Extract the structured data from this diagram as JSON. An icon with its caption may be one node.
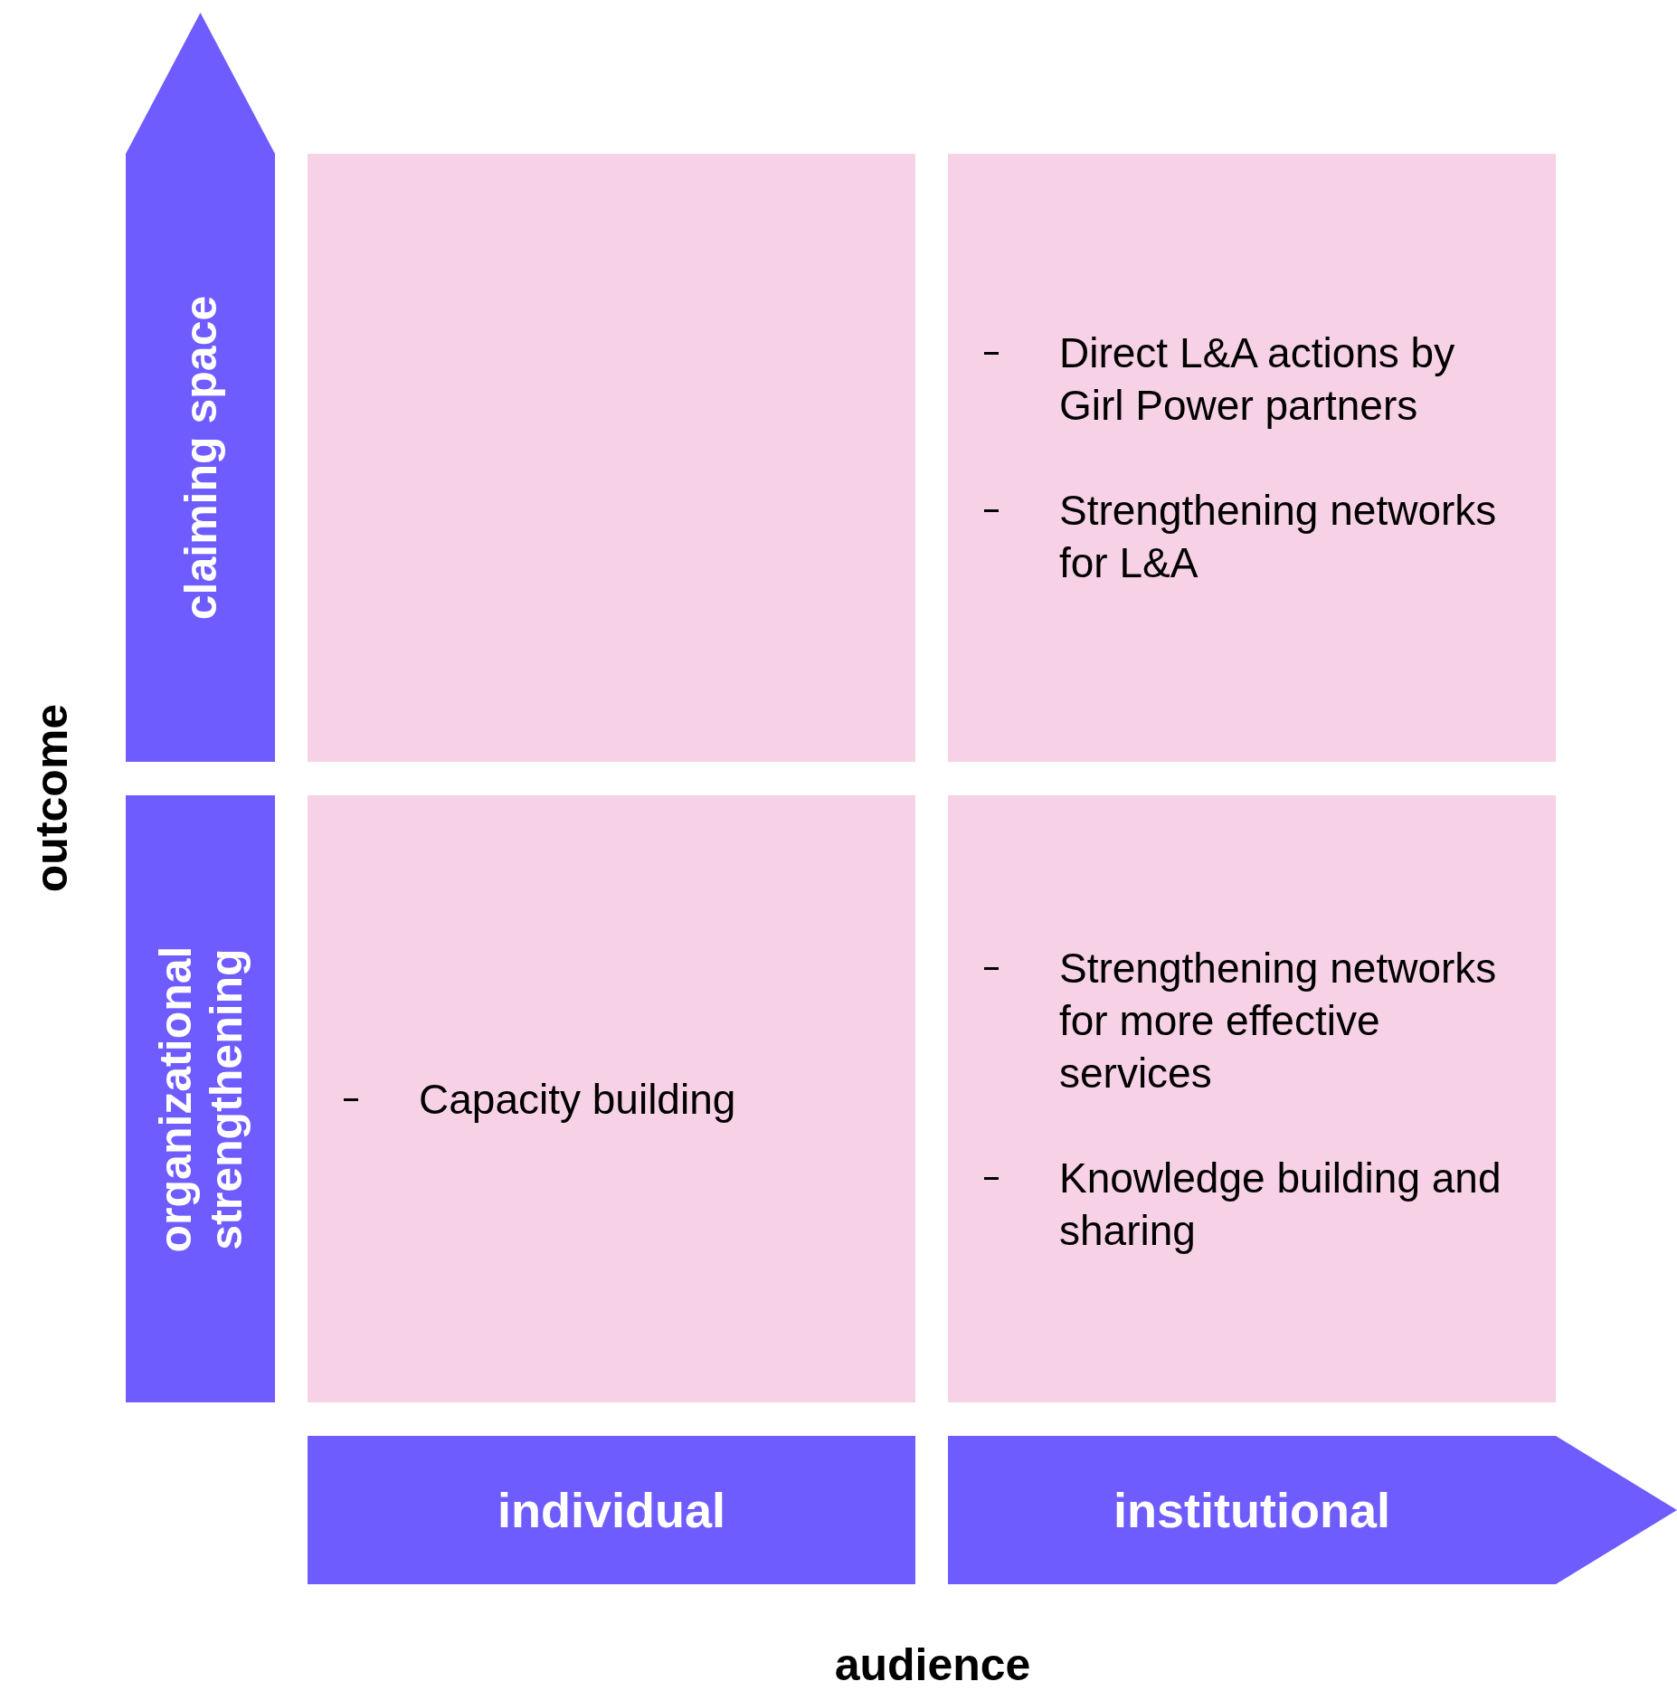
{
  "diagram": {
    "nodes": [
      {
        "text": [
          "claiming space"
        ]
      },
      {
        "text": [
          "organizational strengthening"
        ]
      },
      {
        "text": [],
        "shape": "box"
      },
      {
        "text": [
          "Direct L&A actions by Girl Power partners",
          "Strengthening networks for L&A"
        ]
      },
      {
        "text": [
          "Capacity building"
        ]
      },
      {
        "text": [
          "Strengthening networks for more effective services",
          "Knowledge building and sharing"
        ]
      },
      {
        "text": [
          "individual"
        ]
      },
      {
        "text": [
          "institutional"
        ]
      }
    ],
    "labels": [
      "outcome",
      "audience"
    ]
  }
}
